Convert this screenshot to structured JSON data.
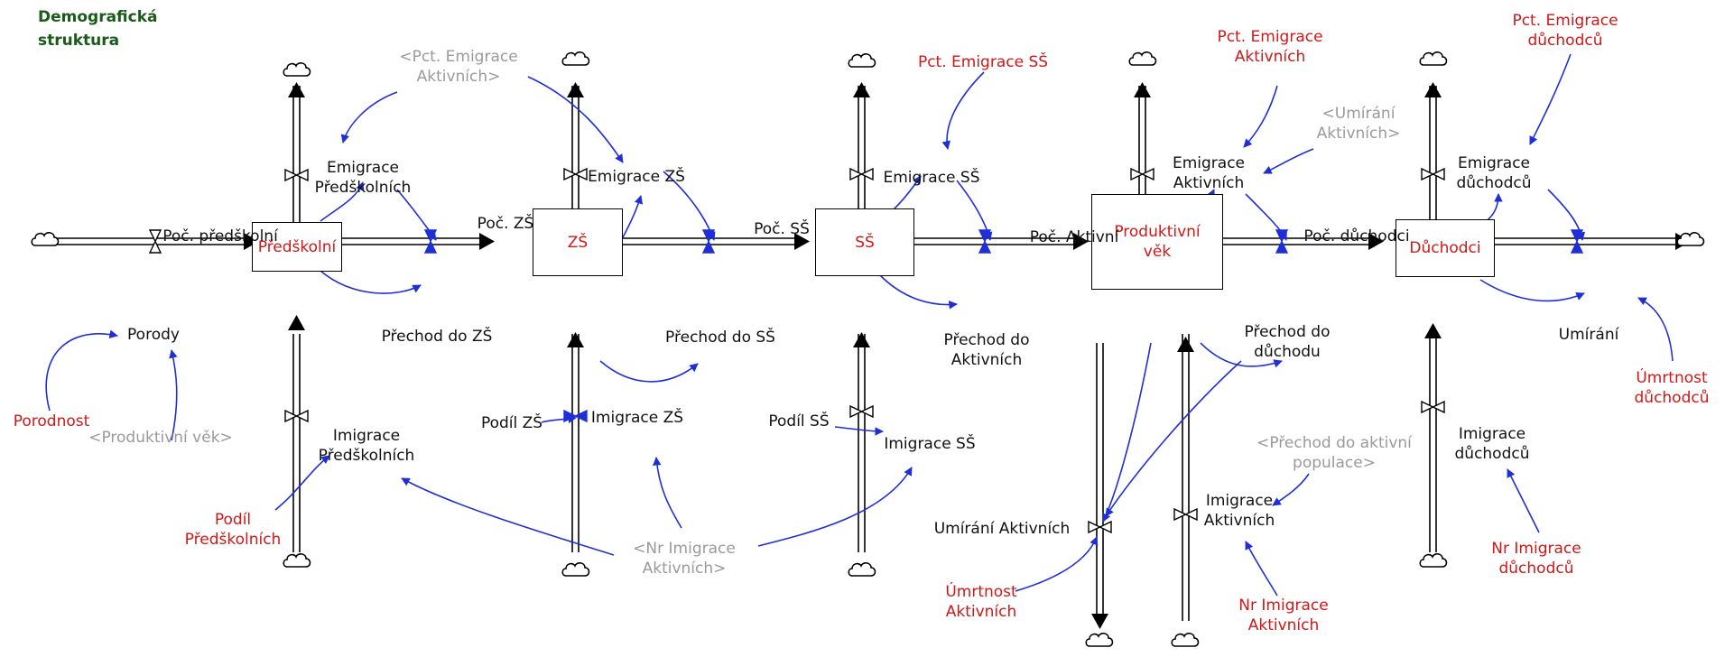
{
  "diagram_title": "Demografická\nstruktura",
  "stocks": {
    "predskolni": "Předškolní",
    "zs": "ZŠ",
    "ss": "SŠ",
    "produktivni": "Produktivní\nvěk",
    "duchodci": "Důchodci"
  },
  "variables": {
    "porody": "Porody",
    "poc_predskolni": "Poč. předškolní",
    "emigrace_predskolnich": "Emigrace\nPředškolních",
    "prechod_do_zs": "Přechod do ZŠ",
    "imigrace_predskolnich": "Imigrace\nPředškolních",
    "poc_zs": "Poč. ZŠ",
    "emigrace_zs": "Emigrace ZŠ",
    "prechod_do_ss": "Přechod do SŠ",
    "podil_zs": "Podíl ZŠ",
    "imigrace_zs": "Imigrace ZŠ",
    "poc_ss": "Poč. SŠ",
    "emigrace_ss": "Emigrace SŠ",
    "prechod_do_aktivnich": "Přechod do\nAktivních",
    "podil_ss": "Podíl SŠ",
    "imigrace_ss": "Imigrace SŠ",
    "poc_aktivni": "Poč. Aktivní",
    "emigrace_aktivnich": "Emigrace\nAktivních",
    "prechod_do_duchodu": "Přechod do\ndůchodu",
    "umirani_aktivnich": "Umírání Aktivních",
    "imigrace_aktivnich": "Imigrace\nAktivních",
    "poc_duchodci": "Poč. důchodci",
    "emigrace_duchodcu": "Emigrace\ndůchodců",
    "umirani": "Umírání",
    "imigrace_duchodcu": "Imigrace\ndůchodců"
  },
  "parameters": {
    "porodnost": "Porodnost",
    "podil_predskolnich": "Podíl\nPředškolních",
    "pct_emigrace_ss": "Pct. Emigrace SŠ",
    "pct_emigrace_aktivnich": "Pct. Emigrace\nAktivních",
    "pct_emigrace_duchodcu": "Pct. Emigrace\ndůchodců",
    "umrtnost_duchodcu": "Úmrtnost\ndůchodců",
    "nr_imigrace_duchodcu": "Nr Imigrace\ndůchodců",
    "umrtnost_aktivnich": "Úmrtnost\nAktivních",
    "nr_imigrace_aktivnich": "Nr Imigrace\nAktivních"
  },
  "shadows": {
    "pct_emigrace_aktivnich": "<Pct. Emigrace\nAktivních>",
    "produktivni_vek": "<Produktivní věk>",
    "nr_imigrace_aktivnich": "<Nr Imigrace\nAktivních>",
    "umirani_aktivnich": "<Umírání\nAktivních>",
    "prechod_do_aktivni_populace": "<Přechod do aktivní\npopulace>"
  },
  "colors": {
    "flow": "#000000",
    "link": "#1f2fd6",
    "stock_text": "#d01818",
    "parameter_text": "#d01818",
    "shadow_text": "#9a9a9a",
    "title": "#1a5a1a"
  }
}
